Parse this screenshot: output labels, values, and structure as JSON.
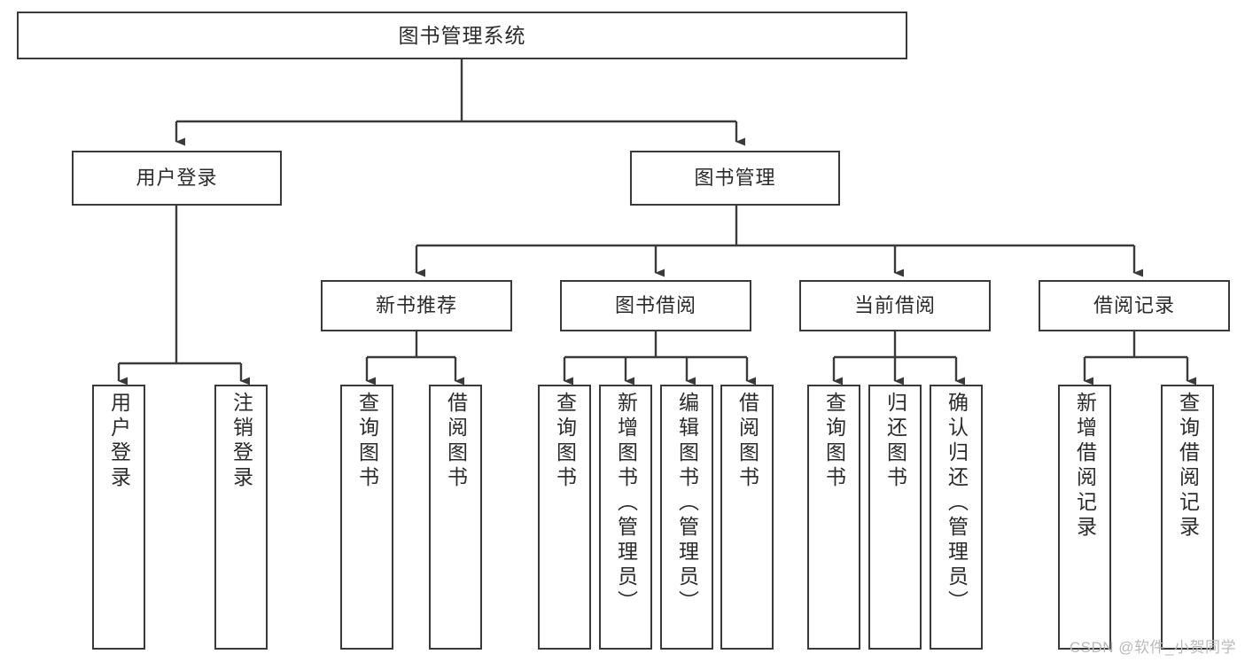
{
  "diagram": {
    "type": "tree-hierarchy",
    "title": "图书管理系统",
    "root": {
      "id": "root",
      "label": "图书管理系统"
    },
    "level2": [
      {
        "id": "user-login",
        "label": "用户登录"
      },
      {
        "id": "book-manage",
        "label": "图书管理"
      }
    ],
    "level3": [
      {
        "id": "new-book-rec",
        "label": "新书推荐",
        "parent": "book-manage"
      },
      {
        "id": "book-borrow",
        "label": "图书借阅",
        "parent": "book-manage"
      },
      {
        "id": "current-borrow",
        "label": "当前借阅",
        "parent": "book-manage"
      },
      {
        "id": "borrow-record",
        "label": "借阅记录",
        "parent": "book-manage"
      }
    ],
    "leaves": [
      {
        "id": "leaf-user-login",
        "label": "用户登录",
        "parent": "user-login"
      },
      {
        "id": "leaf-logout",
        "label": "注销登录",
        "parent": "user-login"
      },
      {
        "id": "leaf-query-book-1",
        "label": "查询图书",
        "parent": "new-book-rec"
      },
      {
        "id": "leaf-borrow-book-1",
        "label": "借阅图书",
        "parent": "new-book-rec"
      },
      {
        "id": "leaf-query-book-2",
        "label": "查询图书",
        "parent": "book-borrow"
      },
      {
        "id": "leaf-add-book",
        "label": "新增图书（管理员）",
        "parent": "book-borrow"
      },
      {
        "id": "leaf-edit-book",
        "label": "编辑图书（管理员）",
        "parent": "book-borrow"
      },
      {
        "id": "leaf-borrow-book-2",
        "label": "借阅图书",
        "parent": "book-borrow"
      },
      {
        "id": "leaf-query-book-3",
        "label": "查询图书",
        "parent": "current-borrow"
      },
      {
        "id": "leaf-return-book",
        "label": "归还图书",
        "parent": "current-borrow"
      },
      {
        "id": "leaf-confirm-return",
        "label": "确认归还（管理员）",
        "parent": "current-borrow"
      },
      {
        "id": "leaf-add-record",
        "label": "新增借阅记录",
        "parent": "borrow-record"
      },
      {
        "id": "leaf-query-record",
        "label": "查询借阅记录",
        "parent": "borrow-record"
      }
    ]
  },
  "watermark": {
    "text": "CSDN @软件_小贺同学"
  },
  "colors": {
    "stroke": "#3a3a3a",
    "text": "#2b2b2b",
    "background": "#ffffff",
    "watermark": "#b9b9b9"
  }
}
